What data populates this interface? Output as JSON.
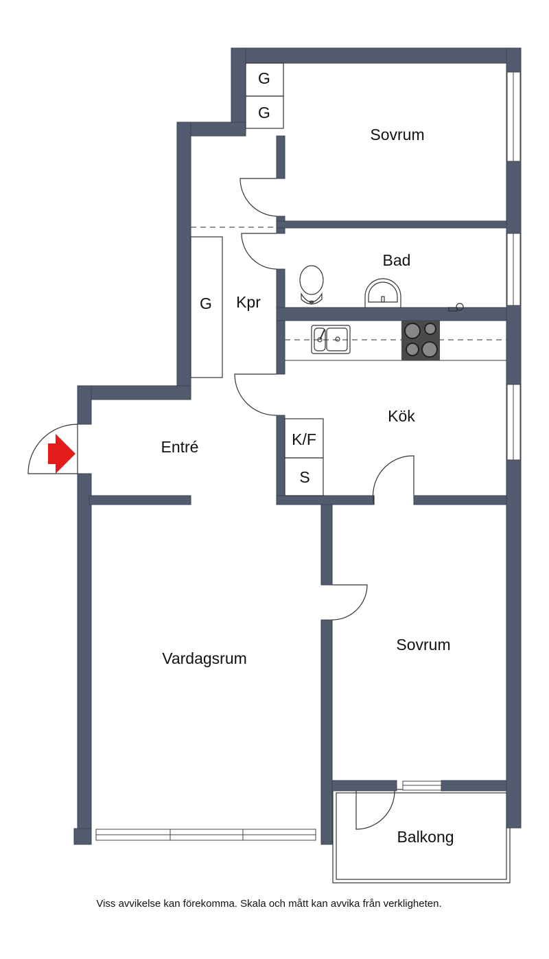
{
  "rooms": {
    "sovrum_top": "Sovrum",
    "bad": "Bad",
    "kpr": "Kpr",
    "kok": "Kök",
    "entre": "Entré",
    "vardagsrum": "Vardagsrum",
    "sovrum_bottom": "Sovrum",
    "balkong": "Balkong"
  },
  "fixtures": {
    "closet_1": "G",
    "closet_2": "G",
    "closet_3": "G",
    "fridge": "K/F",
    "storage": "S"
  },
  "colors": {
    "wall": "#535b6f",
    "entrance_arrow": "#e31b1b"
  },
  "note": "Viss avvikelse kan förekomma. Skala och mått kan avvika från verkligheten."
}
